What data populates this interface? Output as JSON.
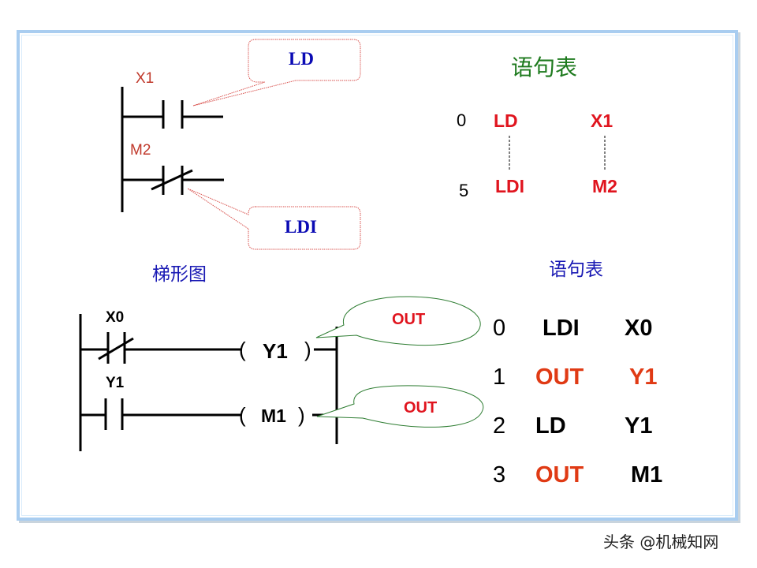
{
  "top_ladder": {
    "contacts": [
      {
        "label": "X1",
        "type": "normally-open"
      },
      {
        "label": "M2",
        "type": "normally-closed"
      }
    ],
    "callouts": [
      {
        "text": "LD",
        "points_to": "X1"
      },
      {
        "text": "LDI",
        "points_to": "M2"
      }
    ]
  },
  "top_stl": {
    "title": "语句表",
    "rows": [
      {
        "step": "0",
        "instruction": "LD",
        "operand": "X1"
      },
      {
        "step": "5",
        "instruction": "LDI",
        "operand": "M2"
      }
    ]
  },
  "bottom_ladder": {
    "title": "梯形图",
    "rungs": [
      {
        "contact": "X0",
        "contact_type": "normally-closed",
        "coil": "Y1",
        "callout": "OUT"
      },
      {
        "contact": "Y1",
        "contact_type": "normally-open",
        "coil": "M1",
        "callout": "OUT"
      }
    ],
    "coil_open": "(",
    "coil_close": ")"
  },
  "bottom_stl": {
    "title": "语句表",
    "rows": [
      {
        "step": "0",
        "instruction": "LDI",
        "operand": "X0",
        "highlight": false
      },
      {
        "step": "1",
        "instruction": "OUT",
        "operand": "Y1",
        "highlight": true
      },
      {
        "step": "2",
        "instruction": "LD",
        "operand": "Y1",
        "highlight": false
      },
      {
        "step": "3",
        "instruction": "OUT",
        "operand": "M1",
        "highlight": true
      }
    ]
  },
  "colors": {
    "frame": "#a9cdf0",
    "callout_border": "#d9534f",
    "bubble_border": "#2e7d32",
    "label_red": "#c0392b",
    "instruction_red": "#e0141e",
    "title_green": "#1e7a1e",
    "title_blue": "#1a1ab4"
  },
  "watermark": "头条 @机械知网"
}
